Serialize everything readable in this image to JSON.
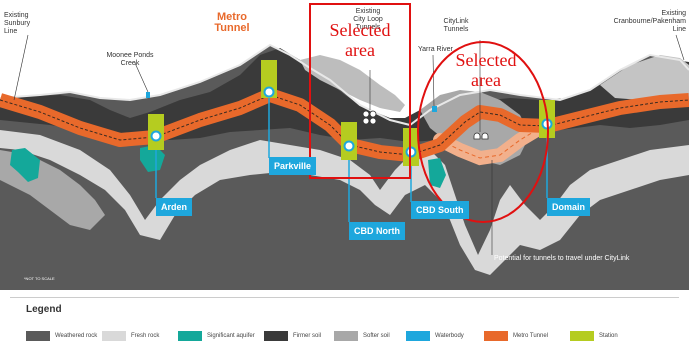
{
  "labels": {
    "existing_sunbury": "Existing\nSunbury\nLine",
    "moonee_ponds": "Moonee Ponds\nCreek",
    "metro_tunnel_title": "Metro\nTunnel",
    "city_loop": "Existing\nCity Loop\nTunnels",
    "yarra_river": "Yarra River",
    "citylink_tunnels": "CityLink\nTunnels",
    "existing_cranbourne": "Existing\nCranbourne/Pakenham\nLine",
    "not_to_scale": "*NOT TO SCALE",
    "potential_note": "Potential for\ntunnels to travel\nunder CityLink"
  },
  "stations": {
    "arden": "Arden",
    "parkville": "Parkville",
    "cbd_north": "CBD North",
    "cbd_south": "CBD South",
    "domain": "Domain"
  },
  "annotations": {
    "selected_1": "Selected\narea",
    "selected_2": "Selected\narea"
  },
  "legend": {
    "title": "Legend",
    "items": [
      {
        "label": "Weathered rock",
        "color": "#5a5a5a"
      },
      {
        "label": "Fresh rock",
        "color": "#d9d9d9"
      },
      {
        "label": "Significant aquifer",
        "color": "#14a89a"
      },
      {
        "label": "Firmer soil",
        "color": "#3a3a3a"
      },
      {
        "label": "Softer soil",
        "color": "#a8a8a8"
      },
      {
        "label": "Waterbody",
        "color": "#1ea7dd"
      },
      {
        "label": "Metro Tunnel",
        "color": "#e8692b"
      },
      {
        "label": "Station",
        "color": "#b5cc20"
      }
    ]
  },
  "colors": {
    "weathered": "#5a5a5a",
    "fresh": "#d9d9d9",
    "aquifer": "#14a89a",
    "firmer": "#3a3a3a",
    "softer": "#a8a8a8",
    "water": "#1ea7dd",
    "tunnel": "#e8692b",
    "station": "#b5cc20",
    "selection": "#e01010"
  }
}
